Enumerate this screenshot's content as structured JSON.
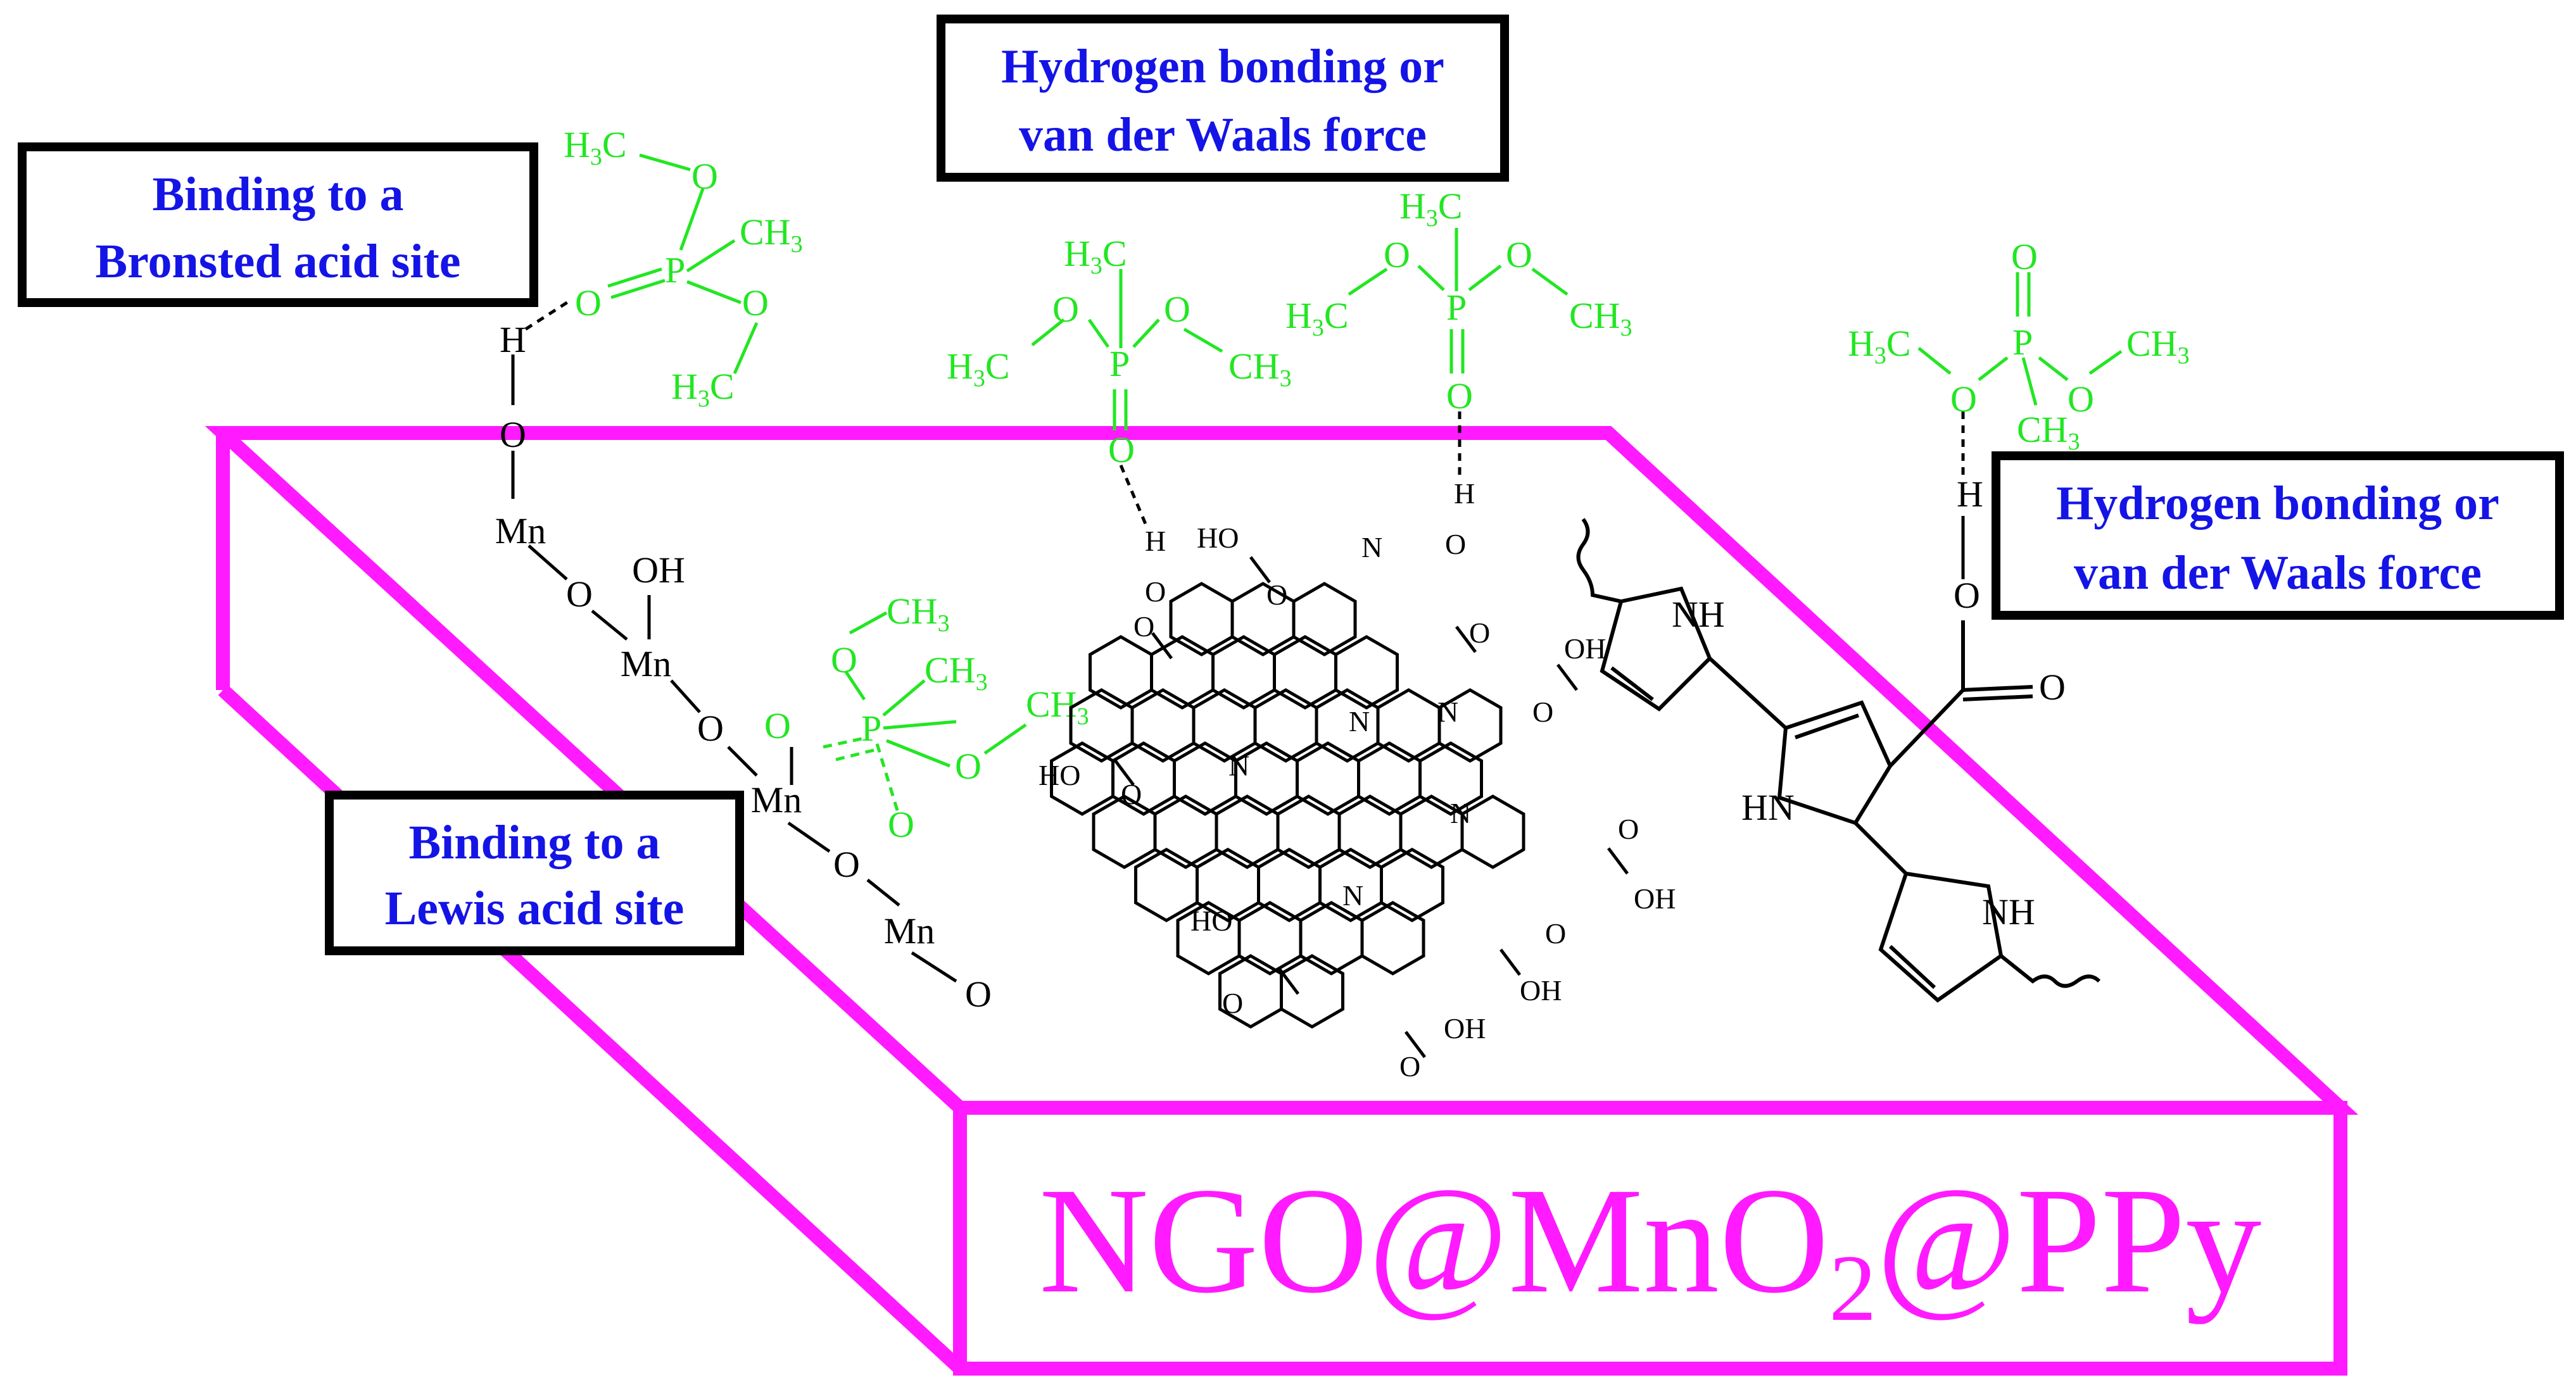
{
  "labels": {
    "box_bronsted": [
      "Binding to a",
      "Bronsted acid site"
    ],
    "box_hbond_top": [
      "Hydrogen bonding or",
      "van der Waals force"
    ],
    "box_hbond_right": [
      "Hydrogen bonding or",
      "van der Waals force"
    ],
    "box_lewis": [
      "Binding to a",
      "Lewis acid site"
    ],
    "title_main": "NGO@MnO",
    "title_sub": "2",
    "title_tail": "@PPy"
  },
  "atoms": {
    "H": "H",
    "O": "O",
    "P": "P",
    "N": "N",
    "Mn": "Mn",
    "OH": "OH",
    "HO": "HO",
    "NH": "NH",
    "HN": "HN",
    "CH3": "CH",
    "H3C": "H",
    "sub3": "3",
    "C_after": "C"
  },
  "colors": {
    "box_outline": "#ff1aff",
    "label_text": "#1414e6",
    "molecule_green": "#22e622",
    "structure_black": "#000000"
  }
}
